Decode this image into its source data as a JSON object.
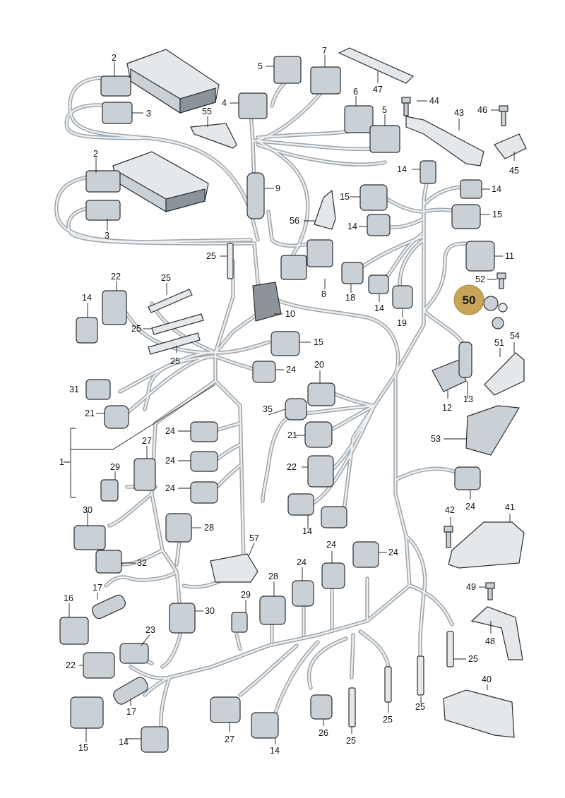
{
  "highlight": {
    "label": "50",
    "color": "#c8a45a"
  },
  "callouts": [
    {
      "id": "c2a",
      "text": "2"
    },
    {
      "id": "c3a",
      "text": "3"
    },
    {
      "id": "c2b",
      "text": "2"
    },
    {
      "id": "c3b",
      "text": "3"
    },
    {
      "id": "c5a",
      "text": "5"
    },
    {
      "id": "c7",
      "text": "7"
    },
    {
      "id": "c47",
      "text": "47"
    },
    {
      "id": "c4",
      "text": "4"
    },
    {
      "id": "c6",
      "text": "6"
    },
    {
      "id": "c5b",
      "text": "5"
    },
    {
      "id": "c44",
      "text": "44"
    },
    {
      "id": "c43",
      "text": "43"
    },
    {
      "id": "c46",
      "text": "46"
    },
    {
      "id": "c45",
      "text": "45"
    },
    {
      "id": "c55",
      "text": "55"
    },
    {
      "id": "c9",
      "text": "9"
    },
    {
      "id": "c14a",
      "text": "14"
    },
    {
      "id": "c15a",
      "text": "15"
    },
    {
      "id": "c14b",
      "text": "14"
    },
    {
      "id": "c15b",
      "text": "15"
    },
    {
      "id": "c56",
      "text": "56"
    },
    {
      "id": "c14c",
      "text": "14"
    },
    {
      "id": "c11",
      "text": "11"
    },
    {
      "id": "c52",
      "text": "52"
    },
    {
      "id": "c25a",
      "text": "25"
    },
    {
      "id": "c8",
      "text": "8"
    },
    {
      "id": "c18",
      "text": "18"
    },
    {
      "id": "c14d",
      "text": "14"
    },
    {
      "id": "c19",
      "text": "19"
    },
    {
      "id": "c22a",
      "text": "22"
    },
    {
      "id": "c25b",
      "text": "25"
    },
    {
      "id": "c14e",
      "text": "14"
    },
    {
      "id": "c10",
      "text": "10"
    },
    {
      "id": "c25c",
      "text": "25"
    },
    {
      "id": "c25d",
      "text": "25"
    },
    {
      "id": "c15c",
      "text": "15"
    },
    {
      "id": "c54",
      "text": "54"
    },
    {
      "id": "c51",
      "text": "51"
    },
    {
      "id": "c24a",
      "text": "24"
    },
    {
      "id": "c20",
      "text": "20"
    },
    {
      "id": "c31",
      "text": "31"
    },
    {
      "id": "c21a",
      "text": "21"
    },
    {
      "id": "c12",
      "text": "12"
    },
    {
      "id": "c13",
      "text": "13"
    },
    {
      "id": "c35",
      "text": "35"
    },
    {
      "id": "c53",
      "text": "53"
    },
    {
      "id": "c1",
      "text": "1"
    },
    {
      "id": "c24b",
      "text": "24"
    },
    {
      "id": "c21b",
      "text": "21"
    },
    {
      "id": "c27a",
      "text": "27"
    },
    {
      "id": "c24c",
      "text": "24"
    },
    {
      "id": "c29a",
      "text": "29"
    },
    {
      "id": "c22b",
      "text": "22"
    },
    {
      "id": "c24d",
      "text": "24"
    },
    {
      "id": "c24e",
      "text": "24"
    },
    {
      "id": "c30a",
      "text": "30"
    },
    {
      "id": "c14f",
      "text": "14"
    },
    {
      "id": "c28a",
      "text": "28"
    },
    {
      "id": "c42",
      "text": "42"
    },
    {
      "id": "c41",
      "text": "41"
    },
    {
      "id": "c57",
      "text": "57"
    },
    {
      "id": "c24f",
      "text": "24"
    },
    {
      "id": "c24g",
      "text": "24"
    },
    {
      "id": "c32",
      "text": "32"
    },
    {
      "id": "c24h",
      "text": "24"
    },
    {
      "id": "c28b",
      "text": "28"
    },
    {
      "id": "c17a",
      "text": "17"
    },
    {
      "id": "c49",
      "text": "49"
    },
    {
      "id": "c16",
      "text": "16"
    },
    {
      "id": "c29b",
      "text": "29"
    },
    {
      "id": "c30b",
      "text": "30"
    },
    {
      "id": "c48",
      "text": "48"
    },
    {
      "id": "c23",
      "text": "23"
    },
    {
      "id": "c22c",
      "text": "22"
    },
    {
      "id": "c25e",
      "text": "25"
    },
    {
      "id": "c40",
      "text": "40"
    },
    {
      "id": "c17b",
      "text": "17"
    },
    {
      "id": "c25f",
      "text": "25"
    },
    {
      "id": "c15d",
      "text": "15"
    },
    {
      "id": "c14g",
      "text": "14"
    },
    {
      "id": "c27b",
      "text": "27"
    },
    {
      "id": "c14h",
      "text": "14"
    },
    {
      "id": "c26",
      "text": "26"
    },
    {
      "id": "c25g",
      "text": "25"
    },
    {
      "id": "c25h",
      "text": "25"
    }
  ]
}
